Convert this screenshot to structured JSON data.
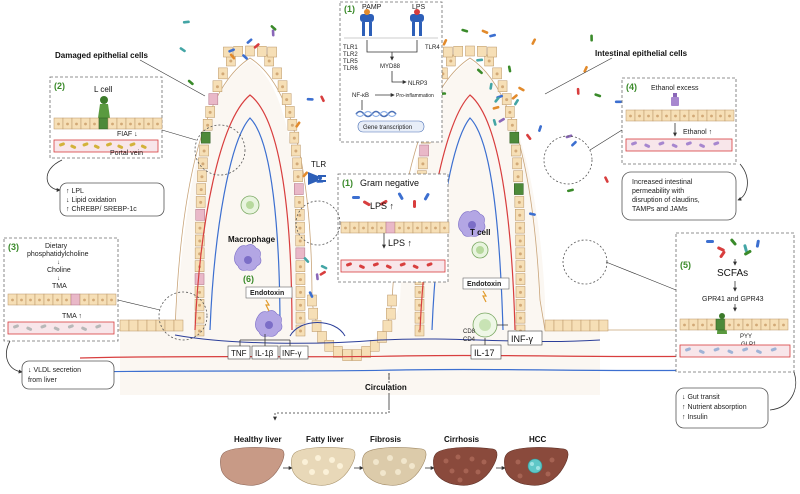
{
  "labels": {
    "damaged": "Damaged epithelial cells",
    "intestinal": "Intestinal epithelial cells",
    "tlr": "TLR",
    "macrophage": "Macrophage",
    "tcell": "T cell",
    "circulation": "Circulation",
    "six": "(6)",
    "endotoxin": "Endotoxin",
    "cytokines_left": [
      "TNF",
      "IL-1β",
      "INF-γ"
    ],
    "cd8": "CD8",
    "cd4": "CD4",
    "il17": "IL-17",
    "infg": "INF-γ"
  },
  "panel1_top": {
    "num": "(1)",
    "pamp": "PAMP",
    "lps": "LPS",
    "tlr_list": [
      "TLR1",
      "TLR2",
      "TLR5",
      "TLR6"
    ],
    "tlr4": "TLR4",
    "myd88": "MYD88",
    "nlrp3": "NLRP3",
    "nfkb": "NF-κB",
    "proinf": "Pro-inflammation",
    "gene": "Gene transcription"
  },
  "panel1_mid": {
    "num": "(1)",
    "title": "Gram negative",
    "lps1": "LPS ↑",
    "lps2": "LPS ↑"
  },
  "panel2": {
    "num": "(2)",
    "lcell": "L cell",
    "fiaf": "FIAF ↓",
    "portal": "Portal vein",
    "out": [
      "↑ LPL",
      "↓ Lipid oxidation",
      "↑ ChREBP/ SREBP-1c"
    ]
  },
  "panel3": {
    "num": "(3)",
    "dietary": [
      "Dietary",
      "phosphatidylcholine"
    ],
    "choline": "Choline",
    "tma": "TMA",
    "tma_up": "TMA ↑",
    "out": [
      "↓ VLDL secretion",
      "from liver"
    ]
  },
  "panel4": {
    "num": "(4)",
    "ethanol_excess": "Ethanol excess",
    "ethanol_up": "Ethanol ↑",
    "out": [
      "Increased intestinal",
      "permeability with",
      "disruption of claudins,",
      "TAMPs and JAMs"
    ]
  },
  "panel5": {
    "num": "(5)",
    "scfa": "SCFAs",
    "gpr": "GPR41 and GPR43",
    "pyy": "PYY",
    "glp1": "GLP1",
    "out": [
      "↓ Gut transit",
      "↑ Nutrient absorption",
      "↑ Insulin"
    ]
  },
  "liver_stages": [
    "Healthy liver",
    "Fatty liver",
    "Fibrosis",
    "Cirrhosis",
    "HCC"
  ],
  "colors": {
    "epithelium": "#f6dfb6",
    "damaged": "#e9b8c8",
    "lcell": "#4d8a3a",
    "vein_blue": "#3c6fd0",
    "artery_red": "#d83e3e",
    "number_green": "#3a8a2a"
  }
}
